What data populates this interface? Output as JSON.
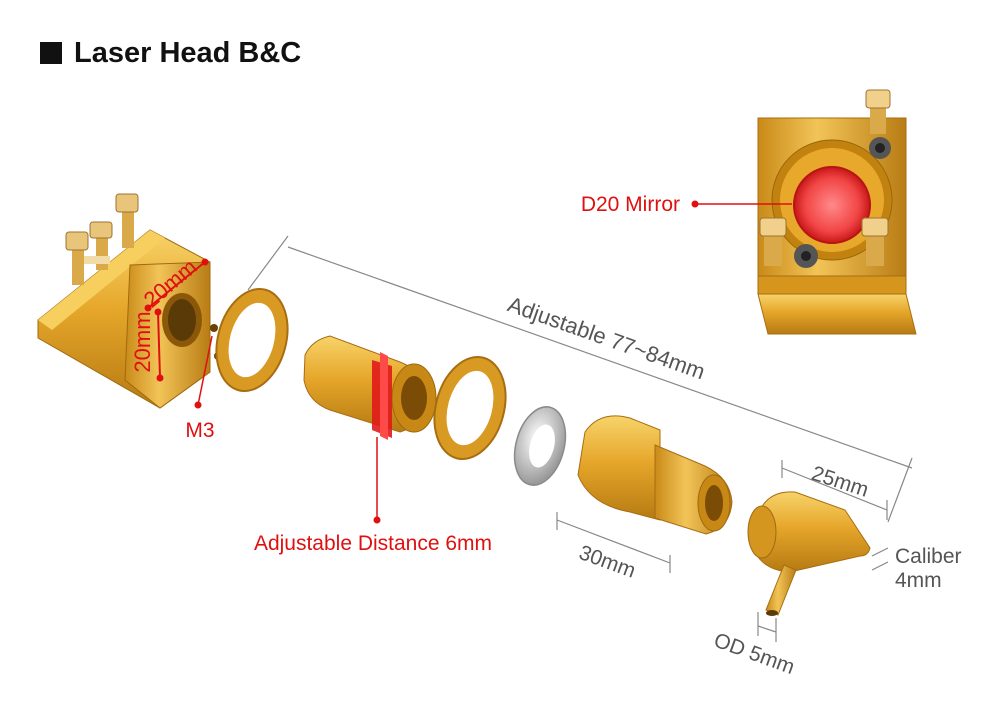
{
  "title": "Laser Head B&C",
  "labels": {
    "adjustable_length": "Adjustable 77~84mm",
    "mirror": "D20 Mirror",
    "m3": "M3",
    "adjustable_distance": "Adjustable Distance 6mm",
    "length_30": "30mm",
    "length_25": "25mm",
    "caliber_line1": "Caliber",
    "caliber_line2": "4mm",
    "od": "OD 5mm",
    "cube_width": "20mm",
    "cube_height": "20mm"
  },
  "colors": {
    "gold": "#e0a020",
    "gold_light": "#f3c64a",
    "gold_dark": "#b07810",
    "accent_red": "#e01010",
    "dim_gray": "#888888"
  }
}
